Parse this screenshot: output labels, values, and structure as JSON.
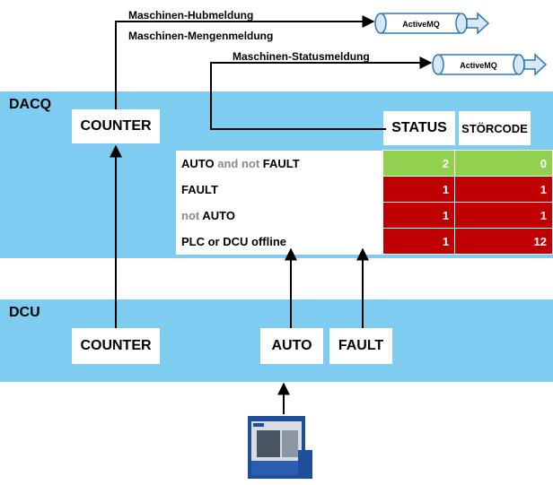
{
  "messages": {
    "hub": "Maschinen-Hubmeldung",
    "menge": "Maschinen-Mengenmeldung",
    "status": "Maschinen-Statusmeldung"
  },
  "queues": [
    {
      "label": "ActiveMQ"
    },
    {
      "label": "ActiveMQ"
    }
  ],
  "dacq": {
    "label": "DACQ",
    "counter": "COUNTER",
    "status_header": "STATUS",
    "stoercode_header": "STÖRCODE",
    "rows": [
      {
        "parts": [
          {
            "text": "AUTO",
            "muted": false
          },
          {
            "text": " and not ",
            "muted": true
          },
          {
            "text": "FAULT",
            "muted": false
          }
        ],
        "status": "2",
        "code": "0",
        "color": "#92d050"
      },
      {
        "parts": [
          {
            "text": "FAULT",
            "muted": false
          }
        ],
        "status": "1",
        "code": "1",
        "color": "#c00000"
      },
      {
        "parts": [
          {
            "text": "not ",
            "muted": true
          },
          {
            "text": "AUTO",
            "muted": false
          }
        ],
        "status": "1",
        "code": "1",
        "color": "#c00000"
      },
      {
        "parts": [
          {
            "text": "PLC or DCU offline",
            "muted": false
          }
        ],
        "status": "1",
        "code": "12",
        "color": "#c00000"
      }
    ]
  },
  "dcu": {
    "label": "DCU",
    "counter": "COUNTER",
    "auto": "AUTO",
    "fault": "FAULT"
  },
  "colors": {
    "band": "#7ecdf1",
    "ok": "#92d050",
    "error": "#c00000",
    "queue": "#2f75b5"
  }
}
